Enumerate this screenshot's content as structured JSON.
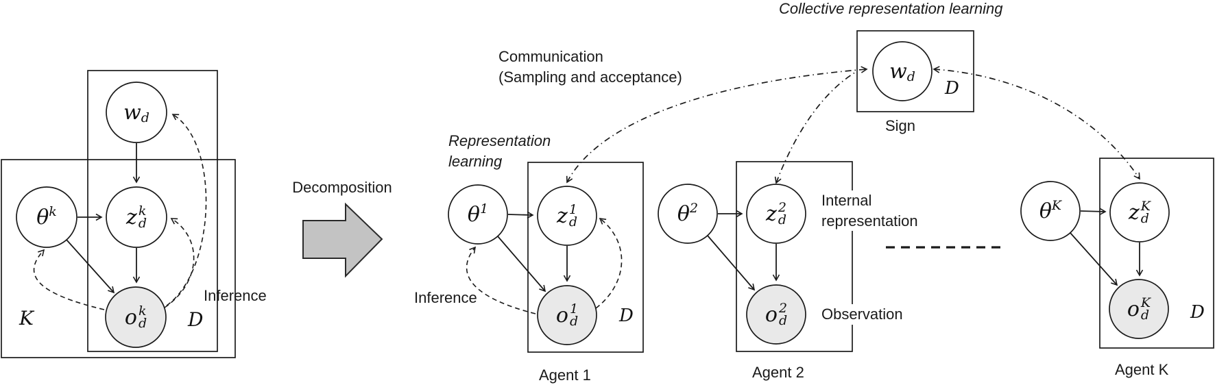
{
  "colors": {
    "line": "#1a1a1a",
    "observed_fill": "#e9e9e9",
    "node_fill": "#ffffff",
    "block_arrow_fill": "#c3c3c3"
  },
  "decomposition_label": "Decomposition",
  "communication": {
    "line1": "Communication",
    "line2": "(Sampling and acceptance)"
  },
  "collective_label": "Collective representation learning",
  "rep_learning": {
    "line1": "Representation",
    "line2": "learning"
  },
  "combined": {
    "plate_k": "K",
    "plate_d": "D",
    "inference": "Inference",
    "w": {
      "base": "w",
      "sub": "d"
    },
    "theta": {
      "base": "θ",
      "sup": "k"
    },
    "z": {
      "base": "z",
      "sup": "k",
      "sub": "d"
    },
    "o": {
      "base": "o",
      "sup": "k",
      "sub": "d"
    }
  },
  "sign": {
    "label": "Sign",
    "plate_d": "D",
    "w": {
      "base": "w",
      "sub": "d"
    }
  },
  "agents": [
    {
      "name": "Agent 1",
      "inference": "Inference",
      "plate_d": "D",
      "theta": {
        "base": "θ",
        "sup": "1"
      },
      "z": {
        "base": "z",
        "sup": "1",
        "sub": "d"
      },
      "o": {
        "base": "o",
        "sup": "1",
        "sub": "d"
      }
    },
    {
      "name": "Agent 2",
      "internal_line1": "Internal",
      "internal_line2": "representation",
      "observation": "Observation",
      "theta": {
        "base": "θ",
        "sup": "2"
      },
      "z": {
        "base": "z",
        "sup": "2",
        "sub": "d"
      },
      "o": {
        "base": "o",
        "sup": "2",
        "sub": "d"
      }
    },
    {
      "name": "Agent K",
      "plate_d": "D",
      "theta": {
        "base": "θ",
        "sup": "K"
      },
      "z": {
        "base": "z",
        "sup": "K",
        "sub": "d"
      },
      "o": {
        "base": "o",
        "sup": "K",
        "sub": "d"
      }
    }
  ]
}
